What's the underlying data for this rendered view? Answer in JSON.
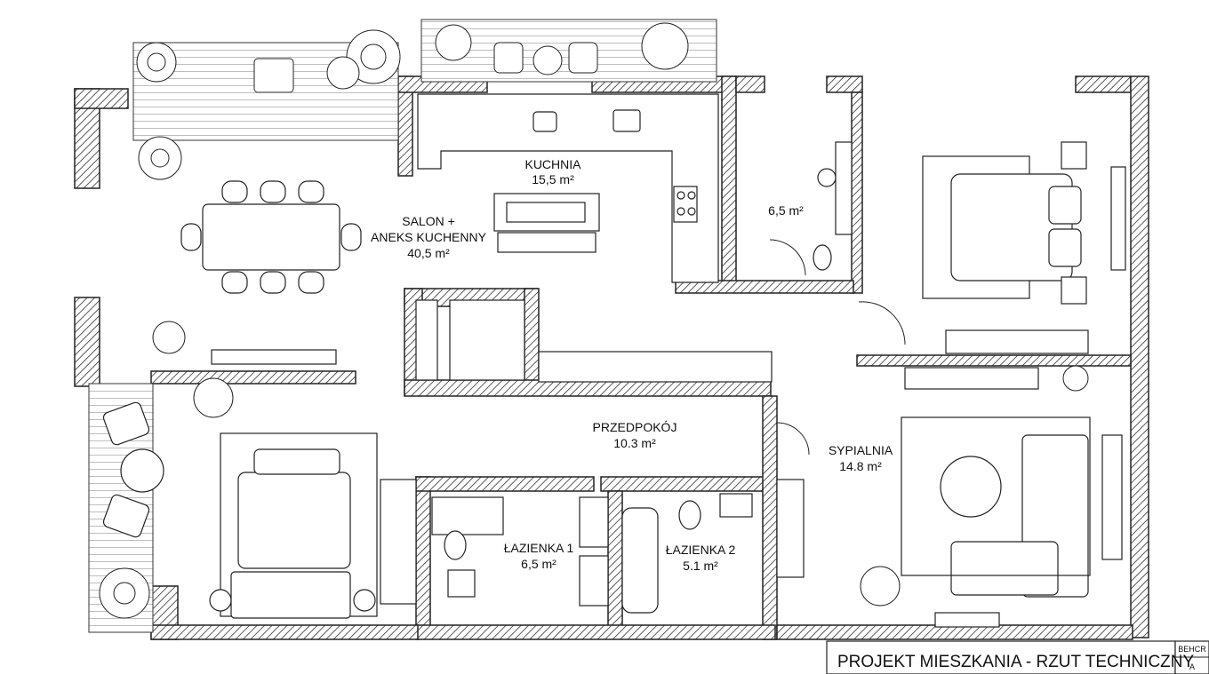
{
  "rooms": {
    "kitchen": {
      "name": "KUCHNIA",
      "area": "15,5 m²"
    },
    "living": {
      "name_line1": "SALON +",
      "name_line2": "ANEKS KUCHENNY",
      "area": "40,5 m²"
    },
    "utility": {
      "area": "6,5 m²"
    },
    "hall": {
      "name": "PRZEDPOKÓJ",
      "area": "10.3 m²"
    },
    "bedroom": {
      "name": "SYPIALNIA",
      "area": "14.8 m²"
    },
    "bath1": {
      "name": "ŁAZIENKA 1",
      "area": "6,5 m²"
    },
    "bath2": {
      "name": "ŁAZIENKA 2",
      "area": "5.1 m²"
    }
  },
  "title_block": {
    "title": "PROJEKT MIESZKANIA - RZUT TECHNICZNY",
    "code": "BEHCR",
    "sheet": "A"
  },
  "colors": {
    "line": "#222222",
    "hatch": "#333333",
    "background": "#ffffff"
  },
  "icons": [
    "potted-plant-icon",
    "bed-icon",
    "sofa-icon",
    "table-icon",
    "chair-icon",
    "sink-icon",
    "toilet-icon",
    "bathtub-icon",
    "stove-icon"
  ]
}
